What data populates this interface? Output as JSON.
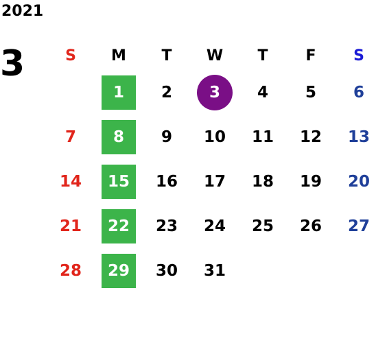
{
  "year": "2021",
  "month": "3",
  "weekdays": [
    "S",
    "M",
    "T",
    "W",
    "T",
    "F",
    "S"
  ],
  "today": "3",
  "weeks": [
    [
      "",
      "1",
      "2",
      "3",
      "4",
      "5",
      "6"
    ],
    [
      "7",
      "8",
      "9",
      "10",
      "11",
      "12",
      "13"
    ],
    [
      "14",
      "15",
      "16",
      "17",
      "18",
      "19",
      "20"
    ],
    [
      "21",
      "22",
      "23",
      "24",
      "25",
      "26",
      "27"
    ],
    [
      "28",
      "29",
      "30",
      "31",
      "",
      "",
      ""
    ]
  ],
  "colors": {
    "sunday": "#e1251b",
    "saturday_header": "#1a1ad6",
    "saturday": "#1f3f99",
    "monday_highlight": "#3cb44a",
    "today_circle": "#7a0f86"
  }
}
